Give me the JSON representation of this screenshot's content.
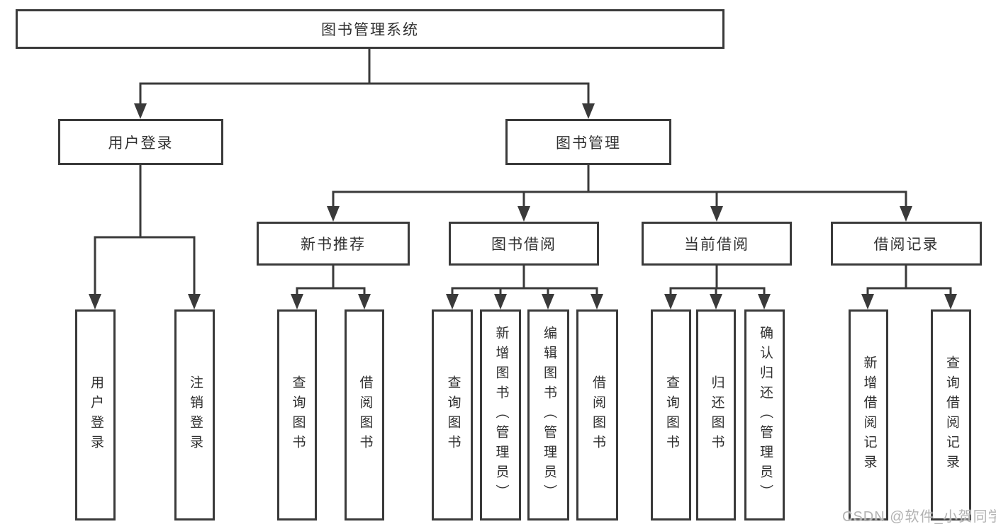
{
  "colors": {
    "line": "#3a3a3a",
    "box_border": "#3a3a3a",
    "text": "#303030",
    "watermark": "#b3b3b3",
    "background": "#ffffff"
  },
  "watermark": "CSDN @软件_小贺同学",
  "tree": {
    "root": "图书管理系统",
    "children": [
      {
        "label": "用户登录",
        "children": [
          "用户登录",
          "注销登录"
        ]
      },
      {
        "label": "图书管理",
        "children": [
          {
            "label": "新书推荐",
            "children": [
              "查询图书",
              "借阅图书"
            ]
          },
          {
            "label": "图书借阅",
            "children": [
              "查询图书",
              "新增图书（管理员）",
              "编辑图书（管理员）",
              "借阅图书"
            ]
          },
          {
            "label": "当前借阅",
            "children": [
              "查询图书",
              "归还图书",
              "确认归还（管理员）"
            ]
          },
          {
            "label": "借阅记录",
            "children": [
              "新增借阅记录",
              "查询借阅记录"
            ]
          }
        ]
      }
    ]
  }
}
